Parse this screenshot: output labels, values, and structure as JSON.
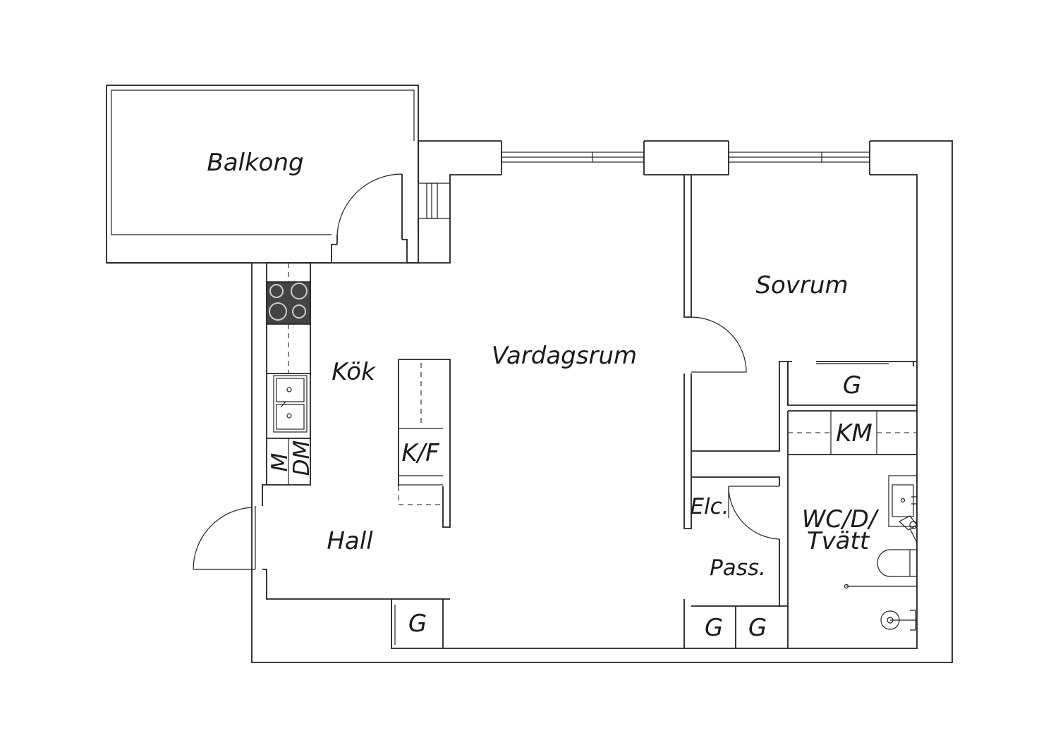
{
  "rooms": {
    "balkong": "Balkong",
    "vardagsrum": "Vardagsrum",
    "sovrum": "Sovrum",
    "kok": "Kök",
    "hall": "Hall",
    "pass": "Pass.",
    "wc_line1": "WC/D/",
    "wc_line2": "Tvätt"
  },
  "fixtures": {
    "kf": "K/F",
    "km": "KM",
    "elc": "Elc.",
    "m": "M",
    "dm": "DM",
    "g_bedroom": "G",
    "g_hall": "G",
    "g_pass_1": "G",
    "g_pass_2": "G"
  },
  "colors": {
    "wall_line": "#222222",
    "stove_fill": "#444444"
  }
}
